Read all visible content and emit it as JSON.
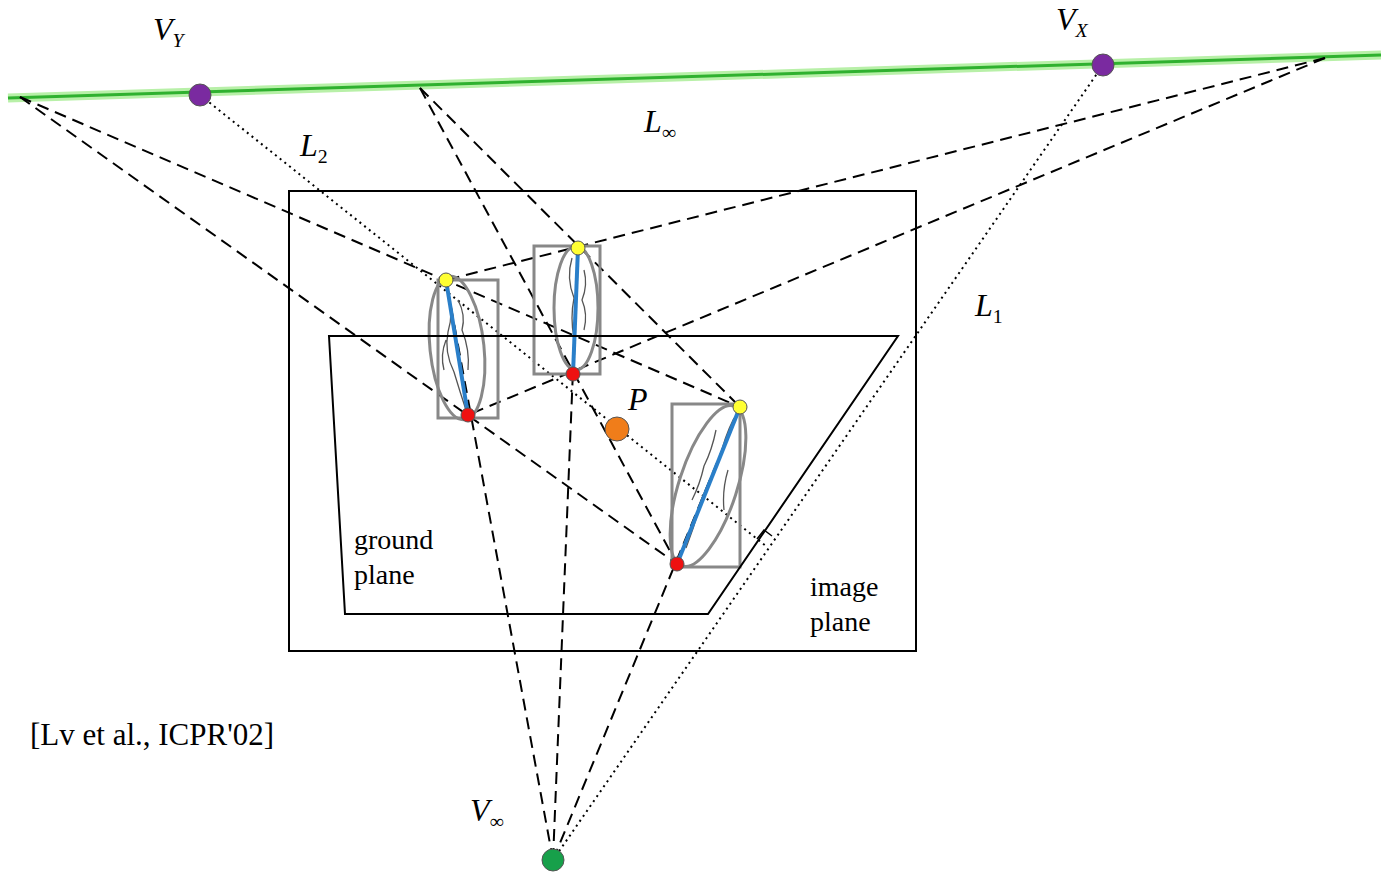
{
  "diagram": {
    "nodes": [
      {
        "text": [
          "image plane"
        ]
      },
      {
        "text": [
          "ground plane"
        ],
        "in": 0
      }
    ],
    "labels": [
      "VY",
      "VX",
      "L∞",
      "L2",
      "L1",
      "P",
      "V∞",
      "[Lv et al., ICPR'02]"
    ]
  }
}
